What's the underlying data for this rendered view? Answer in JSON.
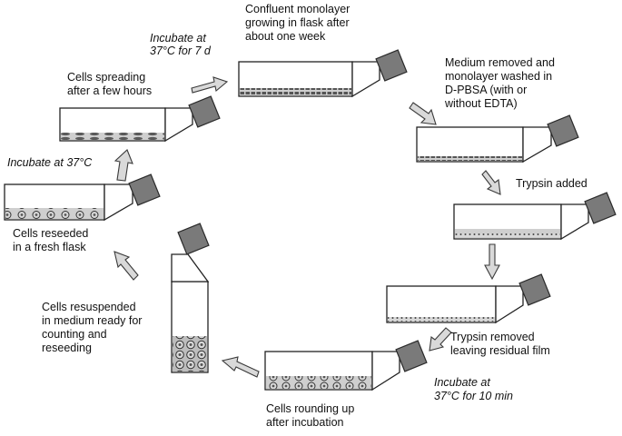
{
  "labels": {
    "incubate_7d_line1": "Incubate at",
    "incubate_7d_line2": "37°C for 7 d",
    "confluent_line1": "Confluent monolayer",
    "confluent_line2": "growing in flask after",
    "confluent_line3": "about one week",
    "medium_removed_line1": "Medium removed and",
    "medium_removed_line2": "monolayer washed in",
    "medium_removed_line3": "D-PBSA (with or",
    "medium_removed_line4": "without EDTA)",
    "trypsin_added": "Trypsin added",
    "trypsin_removed_line1": "Trypsin removed",
    "trypsin_removed_line2": "leaving residual film",
    "incubate_10min_line1": "Incubate at",
    "incubate_10min_line2": "37°C for 10 min",
    "rounding_line1": "Cells rounding up",
    "rounding_line2": "after incubation",
    "resuspended_line1": "Cells resuspended",
    "resuspended_line2": "in medium ready for",
    "resuspended_line3": "counting and",
    "resuspended_line4": "reseeding",
    "reseeded_line1": "Cells reseeded",
    "reseeded_line2": "in a fresh flask",
    "incubate_37": "Incubate at 37°C",
    "spreading_line1": "Cells spreading",
    "spreading_line2": "after a few hours"
  }
}
